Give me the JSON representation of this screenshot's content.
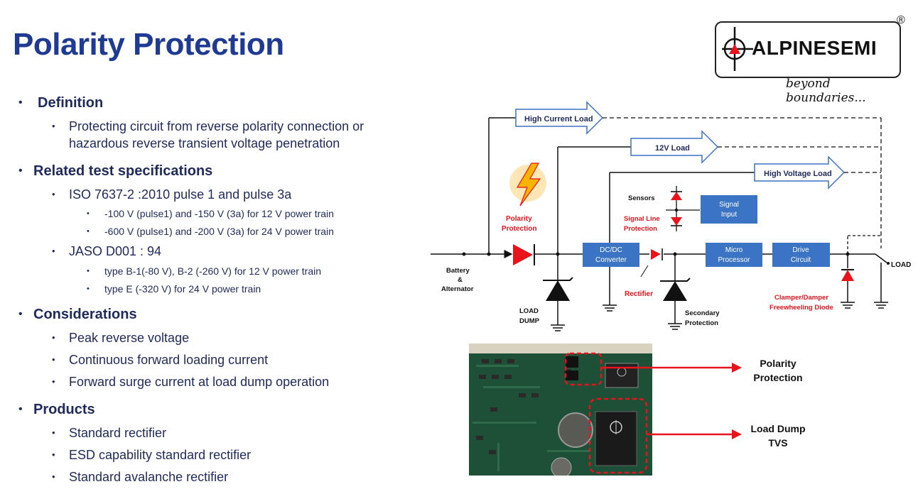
{
  "title": "Polarity Protection",
  "logo": {
    "name": "ALPINESEMI",
    "registered": "®",
    "tagline": "beyond boundaries..."
  },
  "sections": [
    {
      "heading": "Definition",
      "items": [
        {
          "text": "Protecting circuit from reverse polarity  connection or",
          "text2": "hazardous reverse transient  voltage penetration"
        }
      ]
    },
    {
      "heading": "Related test specifications",
      "items": [
        {
          "text": "ISO 7637-2 :2010 pulse 1 and pulse 3a",
          "sub": [
            "-100 V (pulse1) and -150 V (3a) for 12 V power train",
            "-600 V (pulse1) and -200 V (3a) for 24 V power train"
          ]
        },
        {
          "text": "JASO D001 : 94",
          "sub": [
            "type B-1(-80 V), B-2 (-260 V) for 12 V power train",
            "type E (-320 V) for 24 V power train"
          ]
        }
      ]
    },
    {
      "heading": "Considerations",
      "items": [
        {
          "text": "Peak reverse voltage"
        },
        {
          "text": "Continuous forward loading current"
        },
        {
          "text": "Forward surge current at load dump operation"
        }
      ]
    },
    {
      "heading": "Products",
      "items": [
        {
          "text": "Standard rectifier"
        },
        {
          "text": "ESD capability standard rectifier"
        },
        {
          "text": "Standard avalanche rectifier"
        }
      ]
    }
  ],
  "diagram": {
    "high_current_load": "High Current Load",
    "load_12v": "12V Load",
    "high_voltage_load": "High Voltage Load",
    "sensors": "Sensors",
    "signal_input": [
      "Signal",
      "Input"
    ],
    "signal_line_protection": [
      "Signal Line",
      "Protection"
    ],
    "polarity_protection": [
      "Polarity",
      "Protection"
    ],
    "battery": [
      "Battery",
      "&",
      "Alternator"
    ],
    "load_dump": [
      "LOAD",
      "DUMP"
    ],
    "dcdc": [
      "DC/DC",
      "Converter"
    ],
    "rectifier": "Rectifier",
    "secondary_protection": [
      "Secondary",
      "Protection"
    ],
    "micro_processor": [
      "Micro",
      "Processor"
    ],
    "drive_circuit": [
      "Drive",
      "Circuit"
    ],
    "clamper": [
      "Clamper/Damper",
      "Freewheeling Diode"
    ],
    "load": "LOAD"
  },
  "photo_labels": {
    "polarity": [
      "Polarity",
      "Protection"
    ],
    "load_dump_tvs": [
      "Load Dump",
      "TVS"
    ]
  },
  "colors": {
    "title": "#1f3a93",
    "box_blue": "#3b74c4",
    "red": "#e8141c",
    "text": "#1f2a5c"
  }
}
